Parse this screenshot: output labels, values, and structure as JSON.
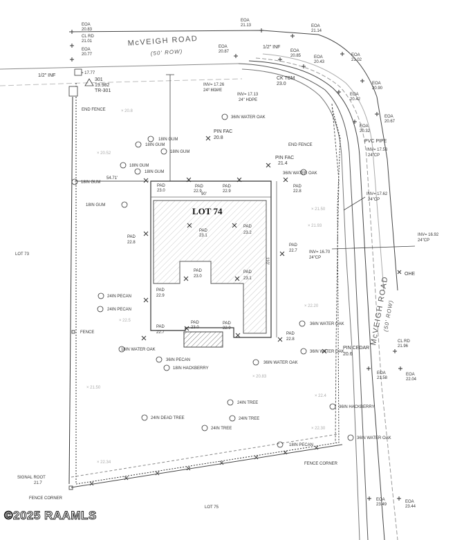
{
  "roads": {
    "north_name": "McVEIGH ROAD",
    "north_row": "(50' ROW)",
    "east_name": "McVEIGH ROAD",
    "east_row": "(50' ROW)"
  },
  "lot": {
    "title": "LOT 74",
    "neighbor_west": "LOT 73",
    "neighbor_south": "LOT 75",
    "dim_top": "90'",
    "dim_side": "110'",
    "dim_front": "54.71'"
  },
  "top_labels": {
    "inf_left": "1/2\" INF",
    "inf_right": "1/2\" INF",
    "fl": "FL= 17.77",
    "bm1": "301",
    "bm2": "19.982",
    "bm3": "TR-301",
    "end_fence_w": "END FENCE",
    "end_fence_e": "END FENCE",
    "ck_tbm": "CK TBM",
    "ck_tbm_val": "23.0",
    "inv1": "INV= 17.26",
    "hdpe1": "24\" HDPE",
    "inv2": "INV= 17.13",
    "hdpe2": "24\" HDPE",
    "pvc": "PVC PIPE",
    "inv3": "INV= 17.53",
    "cp3": "24\"CP",
    "inv4": "INV= 17.62",
    "cp4": "24\"CP",
    "inv5": "INV= 16.92",
    "cp5": "24\"CP",
    "inv6": "INV= 16.70",
    "cp6": "24\"CP",
    "ohe": "OHE"
  },
  "spot_elevations": [
    {
      "label": "EOA",
      "value": "20.83"
    },
    {
      "label": "CL RD",
      "value": "21.01"
    },
    {
      "label": "EOA",
      "value": "20.77"
    },
    {
      "label": "EOA",
      "value": "21.13"
    },
    {
      "label": "EOA",
      "value": "21.14"
    },
    {
      "label": "EOA",
      "value": "20.87"
    },
    {
      "label": "EOA",
      "value": "20.85"
    },
    {
      "label": "EOA",
      "value": "20.43"
    },
    {
      "label": "EOA",
      "value": "21.02"
    },
    {
      "label": "EOA",
      "value": "20.90"
    },
    {
      "label": "EOA",
      "value": "20.42"
    },
    {
      "label": "EOA",
      "value": "20.67"
    },
    {
      "label": "EOA",
      "value": "20.32"
    },
    {
      "label": "CL RD",
      "value": "21.96"
    },
    {
      "label": "EOA",
      "value": "21.58"
    },
    {
      "label": "EOA",
      "value": "22.04"
    },
    {
      "label": "EOA",
      "value": "23.49"
    },
    {
      "label": "EOA",
      "value": "23.44"
    }
  ],
  "pins": [
    {
      "label": "PIN FAC",
      "value": "20.8"
    },
    {
      "label": "PIN FAC",
      "value": "21.4"
    },
    {
      "label": "PIN CEDAR",
      "value": "20.6"
    }
  ],
  "pads": [
    {
      "label": "PAD",
      "value": "23.0"
    },
    {
      "label": "PAD",
      "value": "22.9"
    },
    {
      "label": "PAD",
      "value": "22.9"
    },
    {
      "label": "PAD",
      "value": "22.8"
    },
    {
      "label": "PAD",
      "value": "23.1"
    },
    {
      "label": "PAD",
      "value": "23.2"
    },
    {
      "label": "PAD",
      "value": "22.8"
    },
    {
      "label": "PAD",
      "value": "22.7"
    },
    {
      "label": "PAD",
      "value": "23.0"
    },
    {
      "label": "PAD",
      "value": "23.1"
    },
    {
      "label": "PAD",
      "value": "22.9"
    },
    {
      "label": "PAD",
      "value": "22.7"
    },
    {
      "label": "PAD",
      "value": "23.0"
    },
    {
      "label": "PAD",
      "value": "22.9"
    },
    {
      "label": "PAD",
      "value": "22.8"
    }
  ],
  "trees": [
    "36IN WATER OAK",
    "18IN GUM",
    "18IN GUM",
    "18IN GUM",
    "18IN GUM",
    "18IN GUM",
    "18IN GUM",
    "36IN WATER OAK",
    "18IN GUM",
    "24IN PECAN",
    "24IN PECAN",
    "36IN WATER OAK",
    "18IN WATER OAK",
    "36IN PECAN",
    "18IN HACKBERRY",
    "36IN WATER OAK",
    "36IN WATER OAK",
    "24IN TREE",
    "24IN DEAD TREE",
    "24IN TREE",
    "24IN TREE",
    "36IN HACKBERRY",
    "18IN PECAN",
    "36IN WATER OAK"
  ],
  "corners": {
    "fence": "FENCE",
    "signal_root": "SIGNAL ROOT",
    "signal_val": "21.7",
    "fence_corner_sw": "FENCE CORNER",
    "fence_corner_se": "FENCE CORNER"
  },
  "copyright": "©2025 RAAMLS"
}
